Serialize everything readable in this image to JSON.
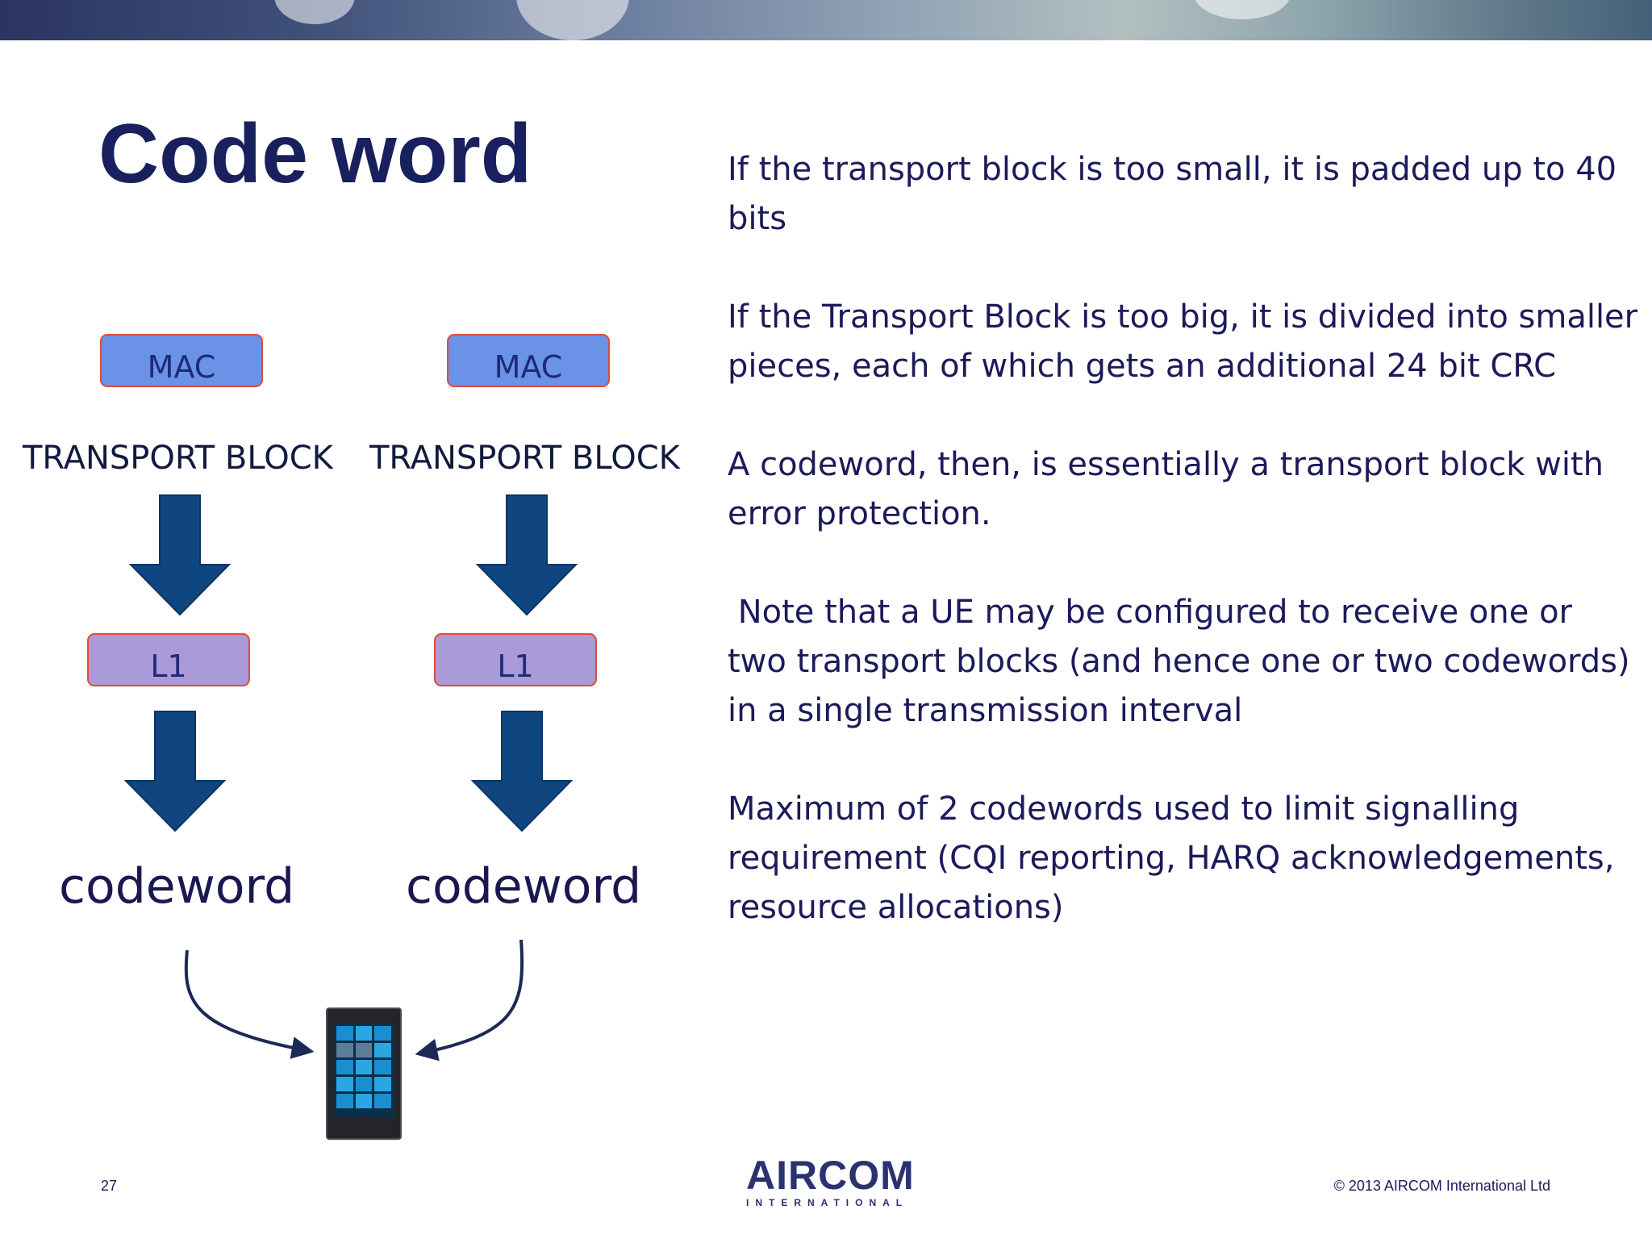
{
  "slide": {
    "title": "Code word",
    "page_number": "27",
    "copyright": "© 2013 AIRCOM International Ltd",
    "logo": {
      "main": "AIRCOM",
      "sub": "INTERNATIONAL"
    }
  },
  "diagram": {
    "left_column": {
      "mac_label": "MAC",
      "transport_label": "TRANSPORT BLOCK",
      "l1_label": "L1",
      "codeword_label": "codeword"
    },
    "right_column": {
      "mac_label": "MAC",
      "transport_label": "TRANSPORT BLOCK",
      "l1_label": "L1",
      "codeword_label": "codeword"
    }
  },
  "bullets": [
    "If the transport block is too small, it is padded up to 40 bits",
    "If the Transport Block  is too big, it is divided into smaller pieces, each of which gets an additional 24 bit CRC",
    "A codeword, then, is essentially a transport block with error protection.",
    " Note that a UE may be configured to receive one or two transport blocks (and hence one or two codewords) in a single transmission interval",
    "Maximum of 2 codewords used to limit signalling requirement (CQI reporting, HARQ acknowledgements, resource allocations)"
  ],
  "colors": {
    "title": "#18215e",
    "mac_box": "#6a92e6",
    "l1_box": "#a89bd8",
    "box_border": "#e04b3a",
    "arrow_fill": "#0f4680",
    "body_text": "#1c1a5a"
  }
}
